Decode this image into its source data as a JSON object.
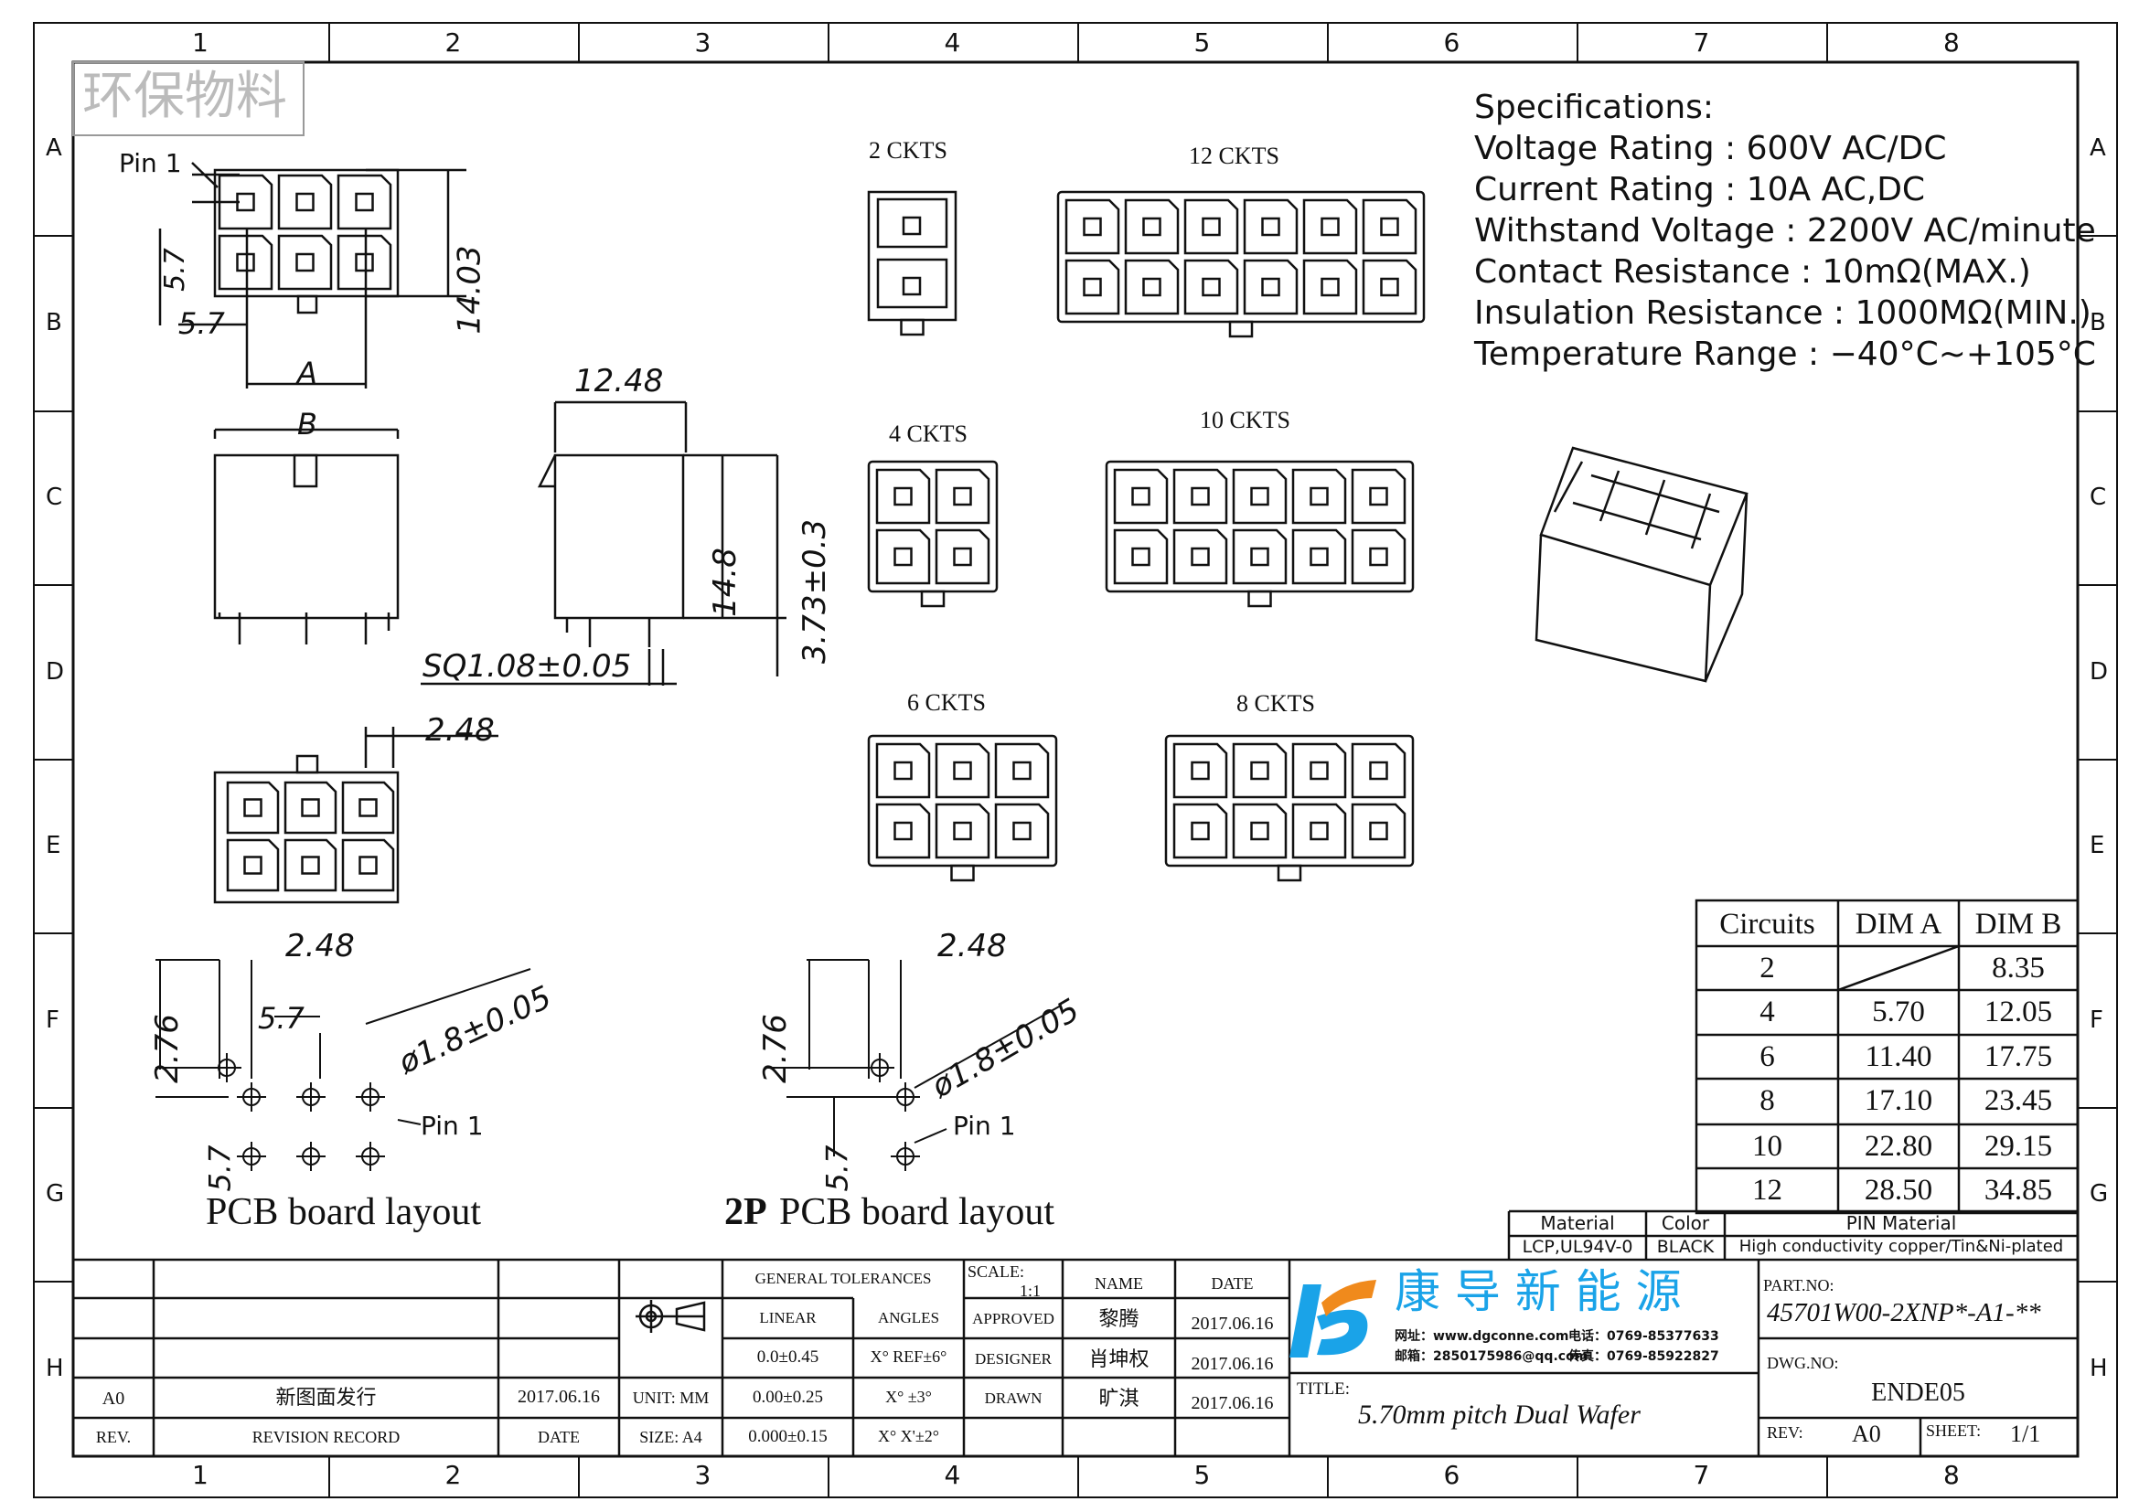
{
  "grid": {
    "columns": [
      "1",
      "2",
      "3",
      "4",
      "5",
      "6",
      "7",
      "8"
    ],
    "rows": [
      "A",
      "B",
      "C",
      "D",
      "E",
      "F",
      "G",
      "H"
    ]
  },
  "watermark": "环保物料",
  "dims": {
    "pin1": "Pin 1",
    "d57": "5.7",
    "d1403": "14.03",
    "dA": "A",
    "dB": "B",
    "d1248": "12.48",
    "d148": "14.8",
    "d373": "3.73±0.3",
    "sq": "SQ1.08±0.05",
    "d248": "2.48",
    "d276": "2.76",
    "phi": "ø1.8±0.05"
  },
  "layouts": {
    "pcb": "PCB board layout",
    "pcb2p_prefix": "2P",
    "pcb2p": "PCB board layout"
  },
  "variants": [
    {
      "label": "2 CKTS",
      "n": 2
    },
    {
      "label": "12 CKTS",
      "n": 12
    },
    {
      "label": "4 CKTS",
      "n": 4
    },
    {
      "label": "10 CKTS",
      "n": 10
    },
    {
      "label": "6 CKTS",
      "n": 6
    },
    {
      "label": "8 CKTS",
      "n": 8
    }
  ],
  "specs": {
    "title": "Specifications:",
    "lines": [
      "Voltage Rating : 600V AC/DC",
      "Current Rating : 10A AC,DC",
      "Withstand Voltage : 2200V AC/minute",
      "Contact Resistance : 10mΩ(MAX.)",
      "Insulation Resistance : 1000MΩ(MIN.)",
      "Temperature Range : −40°C~+105°C"
    ]
  },
  "dim_table": {
    "headers": [
      "Circuits",
      "DIM A",
      "DIM B"
    ],
    "rows": [
      [
        "2",
        "",
        "8.35"
      ],
      [
        "4",
        "5.70",
        "12.05"
      ],
      [
        "6",
        "11.40",
        "17.75"
      ],
      [
        "8",
        "17.10",
        "23.45"
      ],
      [
        "10",
        "22.80",
        "29.15"
      ],
      [
        "12",
        "28.50",
        "34.85"
      ]
    ]
  },
  "material": {
    "material_label": "Material",
    "material": "LCP,UL94V-0",
    "color_label": "Color",
    "color": "BLACK",
    "pin_label": "PIN Material",
    "pin": "High conductivity copper/Tin&Ni-plated"
  },
  "revision": {
    "rev": "A0",
    "record": "新图面发行",
    "date": "2017.06.16",
    "rev_h": "REV.",
    "record_h": "REVISION RECORD",
    "date_h": "DATE"
  },
  "units": {
    "unit": "UNIT: MM",
    "size": "SIZE: A4"
  },
  "tolerances": {
    "title": "GENERAL TOLERANCES",
    "linear": "LINEAR",
    "angles": "ANGLES",
    "lin": [
      "0.0±0.45",
      "0.00±0.25",
      "0.000±0.15"
    ],
    "ang": [
      "X° REF±6°",
      "X° ±3°",
      "X° X'±2°"
    ]
  },
  "signoff": {
    "scale_label": "SCALE:",
    "scale": "1:1",
    "name_h": "NAME",
    "date_h": "DATE",
    "rows": [
      [
        "APPROVED",
        "黎腾",
        "2017.06.16"
      ],
      [
        "DESIGNER",
        "肖坤权",
        "2017.06.16"
      ],
      [
        "DRAWN",
        "旷淇",
        "2017.06.16"
      ]
    ]
  },
  "company": {
    "name": "康 导 新 能 源",
    "web": "网址：www.dgconne.com",
    "tel": "电话：0769-85377633",
    "mail": "邮箱：2850175986@qq.com",
    "fax": "传真：0769-85922827",
    "colors": {
      "blue": "#1aa3e8",
      "orange": "#f08a1c"
    }
  },
  "title": {
    "label": "TITLE:",
    "value": "5.70mm pitch Dual Wafer"
  },
  "part": {
    "label": "PART.NO:",
    "value": "45701W00-2XNP*-A1-**"
  },
  "dwg": {
    "label": "DWG.NO:",
    "value": "ENDE05"
  },
  "rev": {
    "label": "REV:",
    "value": "A0"
  },
  "sheet": {
    "label": "SHEET:",
    "value": "1/1"
  }
}
